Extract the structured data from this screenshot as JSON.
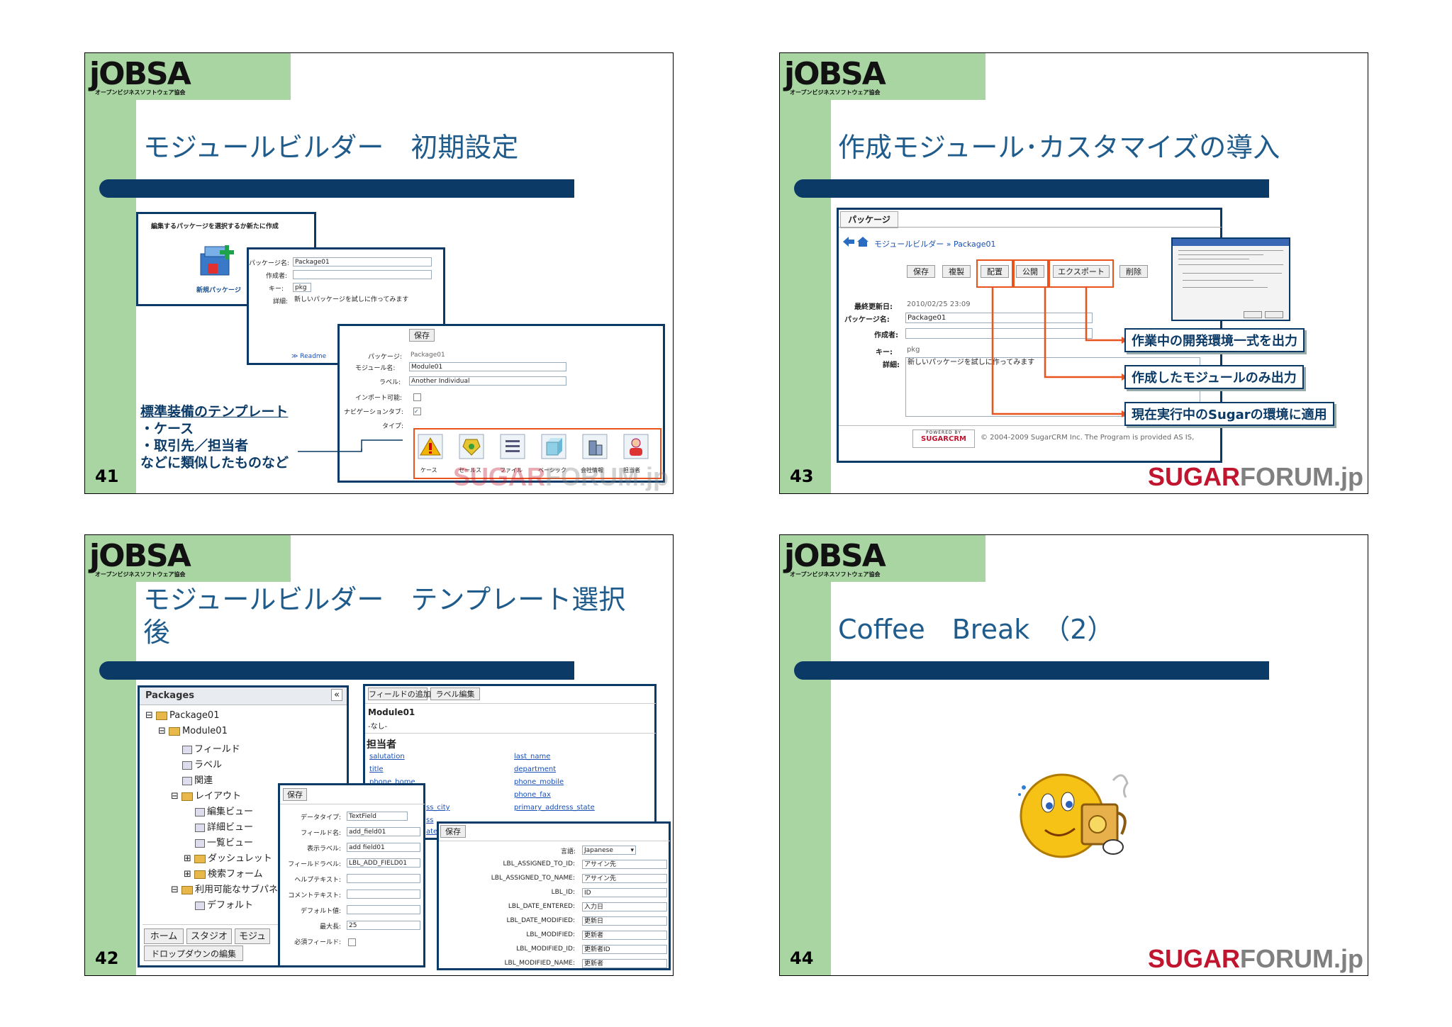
{
  "logo": {
    "main": "jOBSA",
    "sub": "オープンビジネスソフトウェア協会"
  },
  "watermark": {
    "part1": "SUGAR",
    "part2": "FORUM",
    "part3": ".jp"
  },
  "slide41": {
    "num": "41",
    "title": "モジュールビルダー　初期設定",
    "shot1": {
      "heading": "編集するパッケージを選択するか新たに作成",
      "new_label": "新規パッケージ"
    },
    "shot2": {
      "label_name": "パッケージ名:",
      "value_name": "Package01",
      "label_author": "作成者:",
      "label_key": "キー:",
      "value_key": "pkg",
      "label_desc": "詳細:",
      "value_desc": "新しいパッケージを試しに作ってみます",
      "readme": "Readme"
    },
    "shot3": {
      "save": "保存",
      "label_pkg": "パッケージ:",
      "value_pkg": "Package01",
      "label_mod": "モジュール名:",
      "value_mod": "Module01",
      "label_lbl": "ラベル:",
      "value_lbl": "Another Individual",
      "label_import": "インポート可能:",
      "label_nav": "ナビゲーションタブ:",
      "label_type": "タイプ:",
      "types": [
        "ケース",
        "セールス",
        "ファイル",
        "ベーシック",
        "会社情報",
        "担当者"
      ]
    },
    "note": {
      "line1": "標準装備のテンプレート",
      "line2": "・ケース",
      "line3": "・取引先／担当者",
      "line4": "などに類似したものなど"
    }
  },
  "slide43": {
    "num": "43",
    "title": "作成モジュール･カスタマイズの導入",
    "shot": {
      "tab": "パッケージ",
      "crumb": "モジュールビルダー » Package01",
      "buttons": [
        "保存",
        "複製",
        "配置",
        "公開",
        "エクスポート",
        "削除"
      ],
      "label_updated": "最終更新日:",
      "value_updated": "2010/02/25 23:09",
      "label_name": "パッケージ名:",
      "value_name": "Package01",
      "label_author": "作成者:",
      "label_key": "キー:",
      "value_key": "pkg",
      "label_desc": "詳細:",
      "value_desc": "新しいパッケージを試しに作ってみます",
      "powered": "POWERED BY",
      "sugarcrm": "SUGARCRM",
      "copyright": "© 2004-2009 SugarCRM Inc. The Program is provided AS IS,"
    },
    "callouts": [
      "作業中の開発環境一式を出力",
      "作成したモジュールのみ出力",
      "現在実行中のSugarの環境に適用"
    ]
  },
  "slide42": {
    "num": "42",
    "title_line1": "モジュールビルダー　テンプレート選択",
    "title_line2": "後",
    "tree": {
      "header": "Packages",
      "collapse": "«",
      "items": [
        "Package01",
        "Module01",
        "フィールド",
        "ラベル",
        "関連",
        "レイアウト",
        "編集ビュー",
        "詳細ビュー",
        "一覧ビュー",
        "ダッシュレット",
        "検索フォーム",
        "利用可能なサブパネル",
        "デフォルト"
      ],
      "tabs": [
        "ホーム",
        "スタジオ",
        "モジュ"
      ],
      "bottom": "ドロップダウンの編集"
    },
    "fields": {
      "buttons": [
        "フィールドの追加",
        "ラベル編集"
      ],
      "module": "Module01",
      "none": "-なし-",
      "section": "担当者",
      "col1": [
        "salutation",
        "title",
        "phone_home"
      ],
      "col2": [
        "last_name",
        "department",
        "phone_mobile",
        "phone_fax",
        "primary_address_state"
      ],
      "partial": [
        "ss_city",
        "ss",
        "ate"
      ]
    },
    "form": {
      "save": "保存",
      "labels": [
        "データタイプ:",
        "フィールド名:",
        "表示ラベル:",
        "フィールドラベル:",
        "ヘルプテキスト:",
        "コメントテキスト:",
        "デフォルト値:",
        "最大長:",
        "必須フィールド:"
      ],
      "values": [
        "TextField",
        "add_field01",
        "add field01",
        "LBL_ADD_FIELD01",
        "",
        "",
        "",
        "25",
        ""
      ]
    },
    "labels": {
      "save": "保存",
      "lang_label": "言語:",
      "lang_value": "Japanese",
      "rows": [
        [
          "LBL_ASSIGNED_TO_ID:",
          "アサイン先"
        ],
        [
          "LBL_ASSIGNED_TO_NAME:",
          "アサイン先"
        ],
        [
          "LBL_ID:",
          "ID"
        ],
        [
          "LBL_DATE_ENTERED:",
          "入力日"
        ],
        [
          "LBL_DATE_MODIFIED:",
          "更新日"
        ],
        [
          "LBL_MODIFIED:",
          "更新者"
        ],
        [
          "LBL_MODIFIED_ID:",
          "更新者ID"
        ],
        [
          "LBL_MODIFIED_NAME:",
          "更新者"
        ]
      ]
    }
  },
  "slide44": {
    "num": "44",
    "title": "Coffee　Break　（2）"
  },
  "colors": {
    "green": "#a8d5a2",
    "navy": "#0b3a66",
    "title": "#1f5c8c",
    "orange": "#e8531e",
    "brand_red": "#c0152f"
  }
}
